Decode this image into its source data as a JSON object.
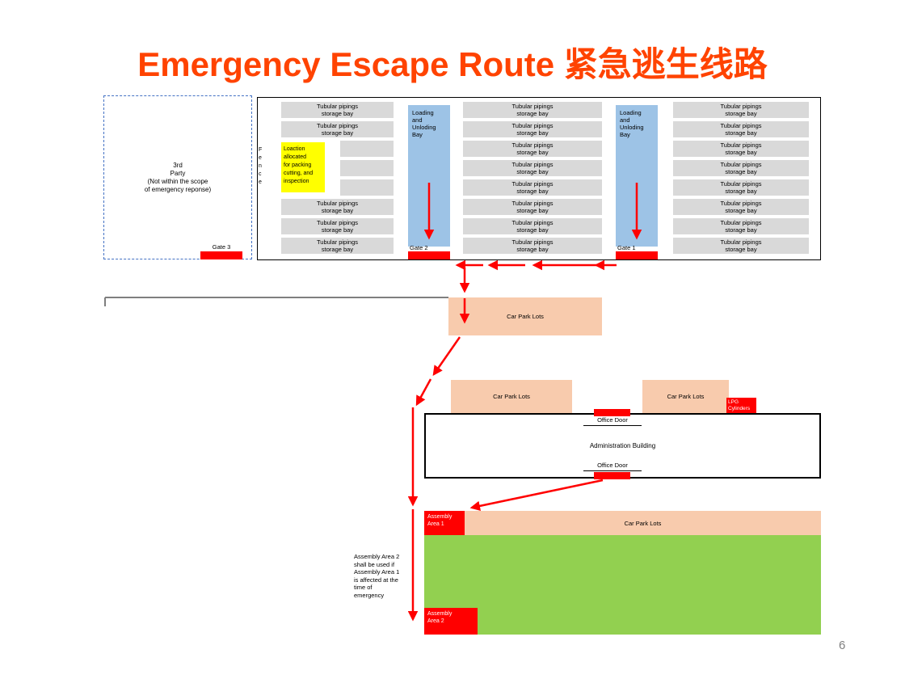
{
  "slide": {
    "title": "Emergency Escape Route 紧急逃生线路",
    "page_number": "6"
  },
  "colors": {
    "title": "#FF4300",
    "red": "#FF0000",
    "peach": "#F8CBAD",
    "green": "#92D050",
    "blue": "#9DC3E6",
    "gray_bay": "#D9D9D9",
    "yellow": "#FFFF00",
    "dash": "#4472C4"
  },
  "yard": {
    "third_party_note": "3rd\nParty\n(Not within the scope\nof emergency reponse)",
    "fence": "F\ne\nn\nc\ne",
    "bay_label": "Tubular pipings\nstorage bay",
    "yellow_note": "Loaction\nallocated\nfor packing\ncutting, and\ninspection",
    "loading_bay": "Loading\nand\nUnloding\nBay",
    "gate1": "Gate 1",
    "gate2": "Gate 2",
    "gate3": "Gate 3"
  },
  "site": {
    "car_park": "Car Park Lots",
    "lpg": "LPG\nCylinders",
    "admin_building": "Administration Building",
    "office_door": "Office Door",
    "assembly1": "Assembly\nArea 1",
    "assembly2": "Assembly\nArea 2",
    "assembly_note": "Assembly Area 2\nshall be used if\nAssembly Area 1\nis affected at the\ntime of\nemergency"
  }
}
